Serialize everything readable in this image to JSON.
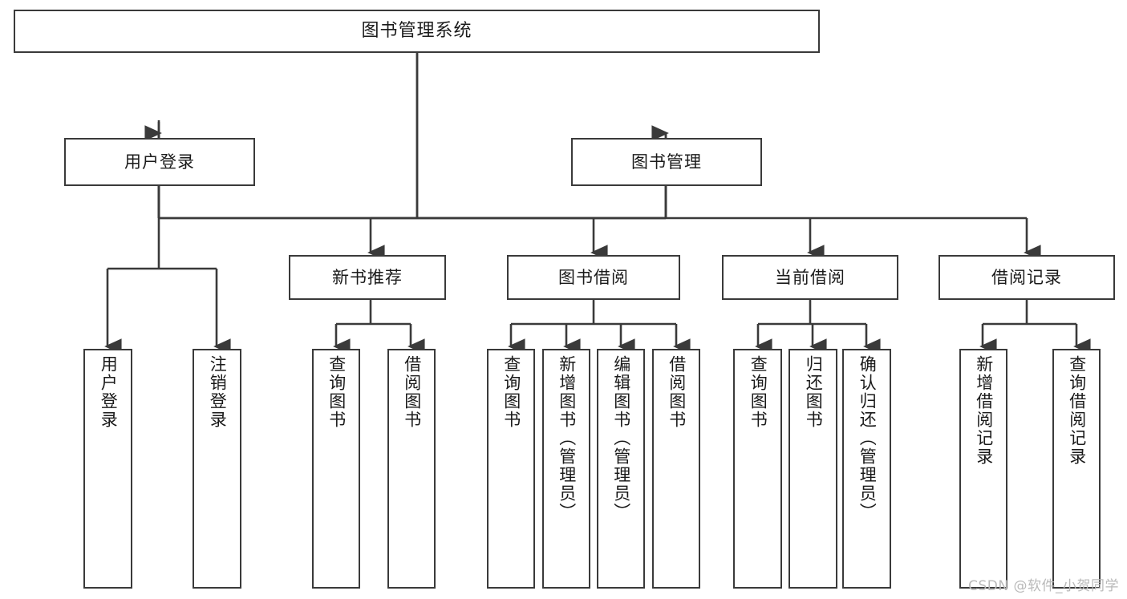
{
  "diagram": {
    "type": "tree-hierarchy",
    "title": "图书管理系统",
    "watermark": "CSDN @软件_小贺同学",
    "colors": {
      "box_border": "#3a3a3a",
      "box_fill": "#ffffff",
      "connector": "#3a3a3a",
      "text": "#1a1a1a",
      "watermark": "#b9b9b9",
      "background": "#ffffff"
    },
    "levels": {
      "root": {
        "label": "图书管理系统"
      },
      "level2": [
        {
          "label": "用户登录"
        },
        {
          "label": "图书管理"
        }
      ],
      "level3": [
        {
          "label": "新书推荐"
        },
        {
          "label": "图书借阅"
        },
        {
          "label": "当前借阅"
        },
        {
          "label": "借阅记录"
        }
      ],
      "leaves": {
        "user_login": [
          {
            "label": "用户登录"
          },
          {
            "label": "注销登录"
          }
        ],
        "new_book_recommend": [
          {
            "label": "查询图书"
          },
          {
            "label": "借阅图书"
          }
        ],
        "book_borrow": [
          {
            "label": "查询图书"
          },
          {
            "label": "新增图书（管理员）"
          },
          {
            "label": "编辑图书（管理员）"
          },
          {
            "label": "借阅图书"
          }
        ],
        "current_borrow": [
          {
            "label": "查询图书"
          },
          {
            "label": "归还图书"
          },
          {
            "label": "确认归还（管理员）"
          }
        ],
        "borrow_record": [
          {
            "label": "新增借阅记录"
          },
          {
            "label": "查询借阅记录"
          }
        ]
      }
    }
  }
}
